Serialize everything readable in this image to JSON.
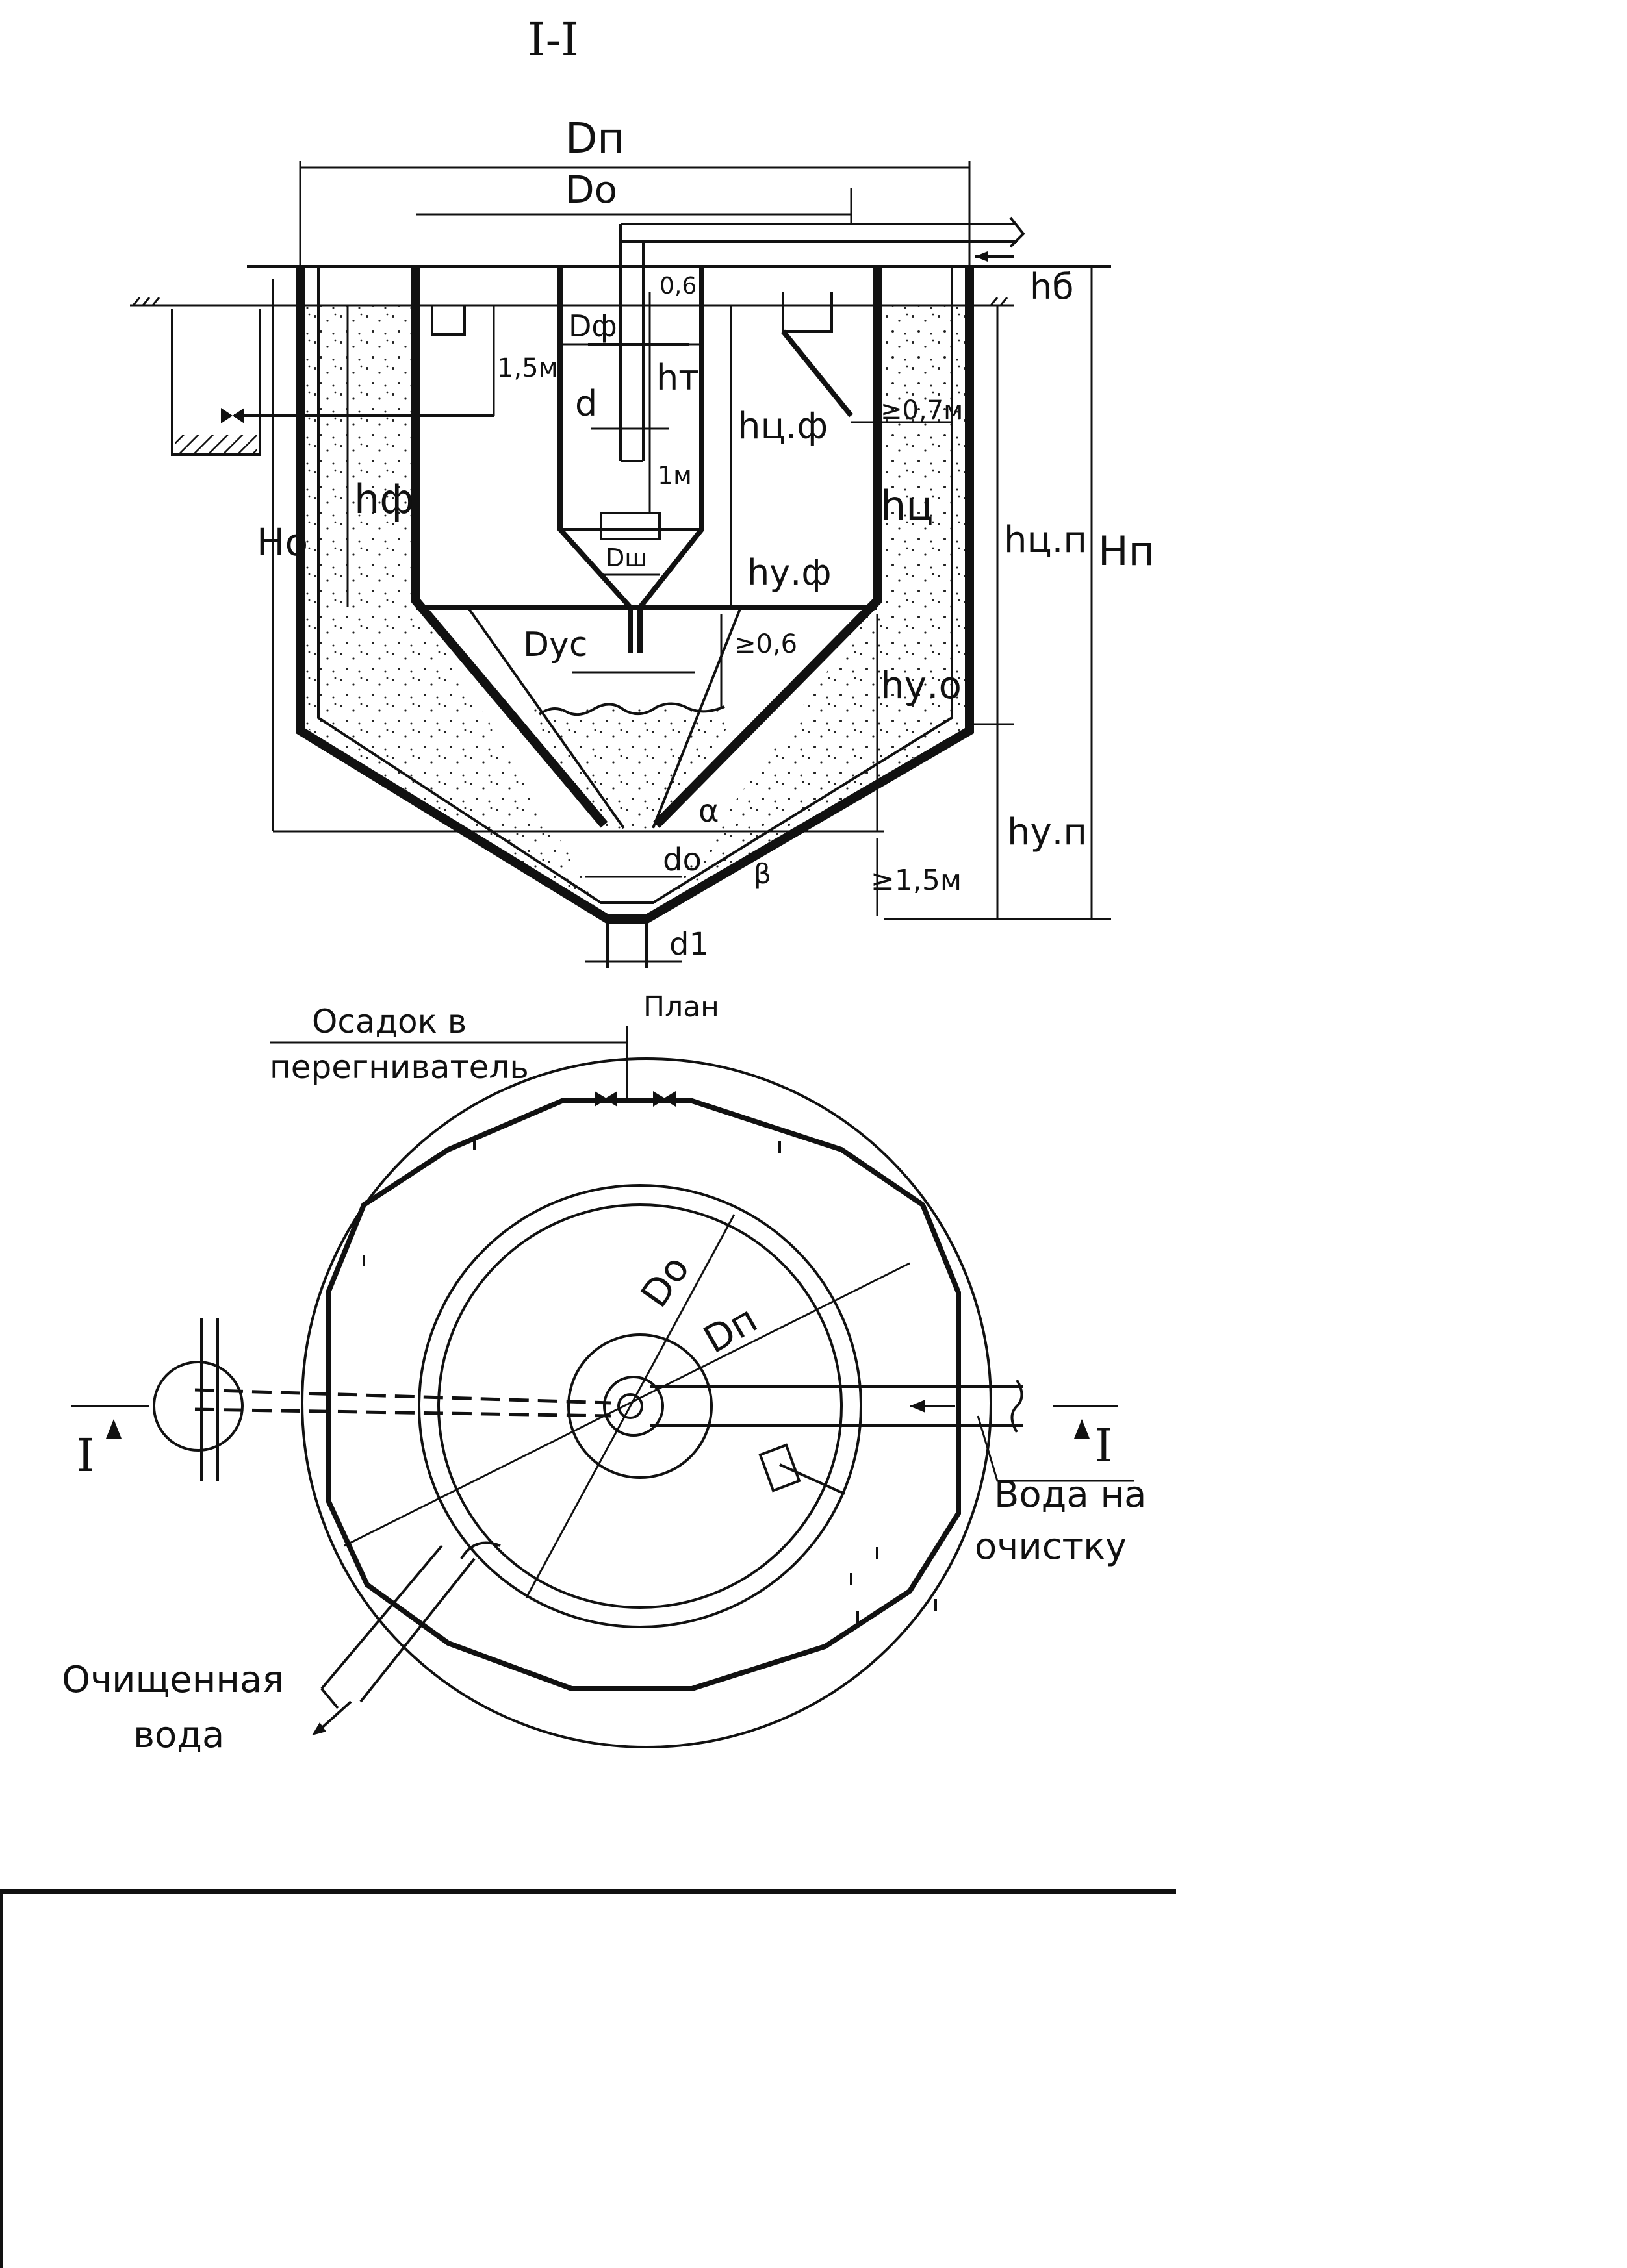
{
  "section": {
    "title": "I-I",
    "dims": {
      "D_p": "Dп",
      "D_o": "Do",
      "D_f": "Dф",
      "D_sh": "Dш",
      "D_us": "Dус",
      "d": "d",
      "d_o": "dо",
      "d_1": "d1",
      "h_b": "hб",
      "h_t": "hт",
      "h_cf": "hц.ф",
      "h_c": "hц",
      "h_cp": "hц.п",
      "H_p": "Hп",
      "H_o": "Ho",
      "h_f": "hф",
      "h_uf": "hу.ф",
      "h_uo": "hу.о",
      "h_up": "hу.п",
      "alpha": "α",
      "beta": "β"
    },
    "values": {
      "v06_top": "0,6",
      "v15m": "1,5м",
      "v07m": "≥0,7м",
      "v1m": "1м",
      "v06_mid": "≥0,6",
      "v15m_bottom": "≥1,5м"
    }
  },
  "plan": {
    "title": "План",
    "sludge_label_line1": "Осадок в",
    "sludge_label_line2": "перегниватель",
    "water_in_line1": "Вода на",
    "water_in_line2": "очистку",
    "clean_water_line1": "Очищенная",
    "clean_water_line2": "вода",
    "section_mark_left": "I",
    "section_mark_right": "I",
    "dim_do": "Do",
    "dim_dp": "Dп"
  }
}
